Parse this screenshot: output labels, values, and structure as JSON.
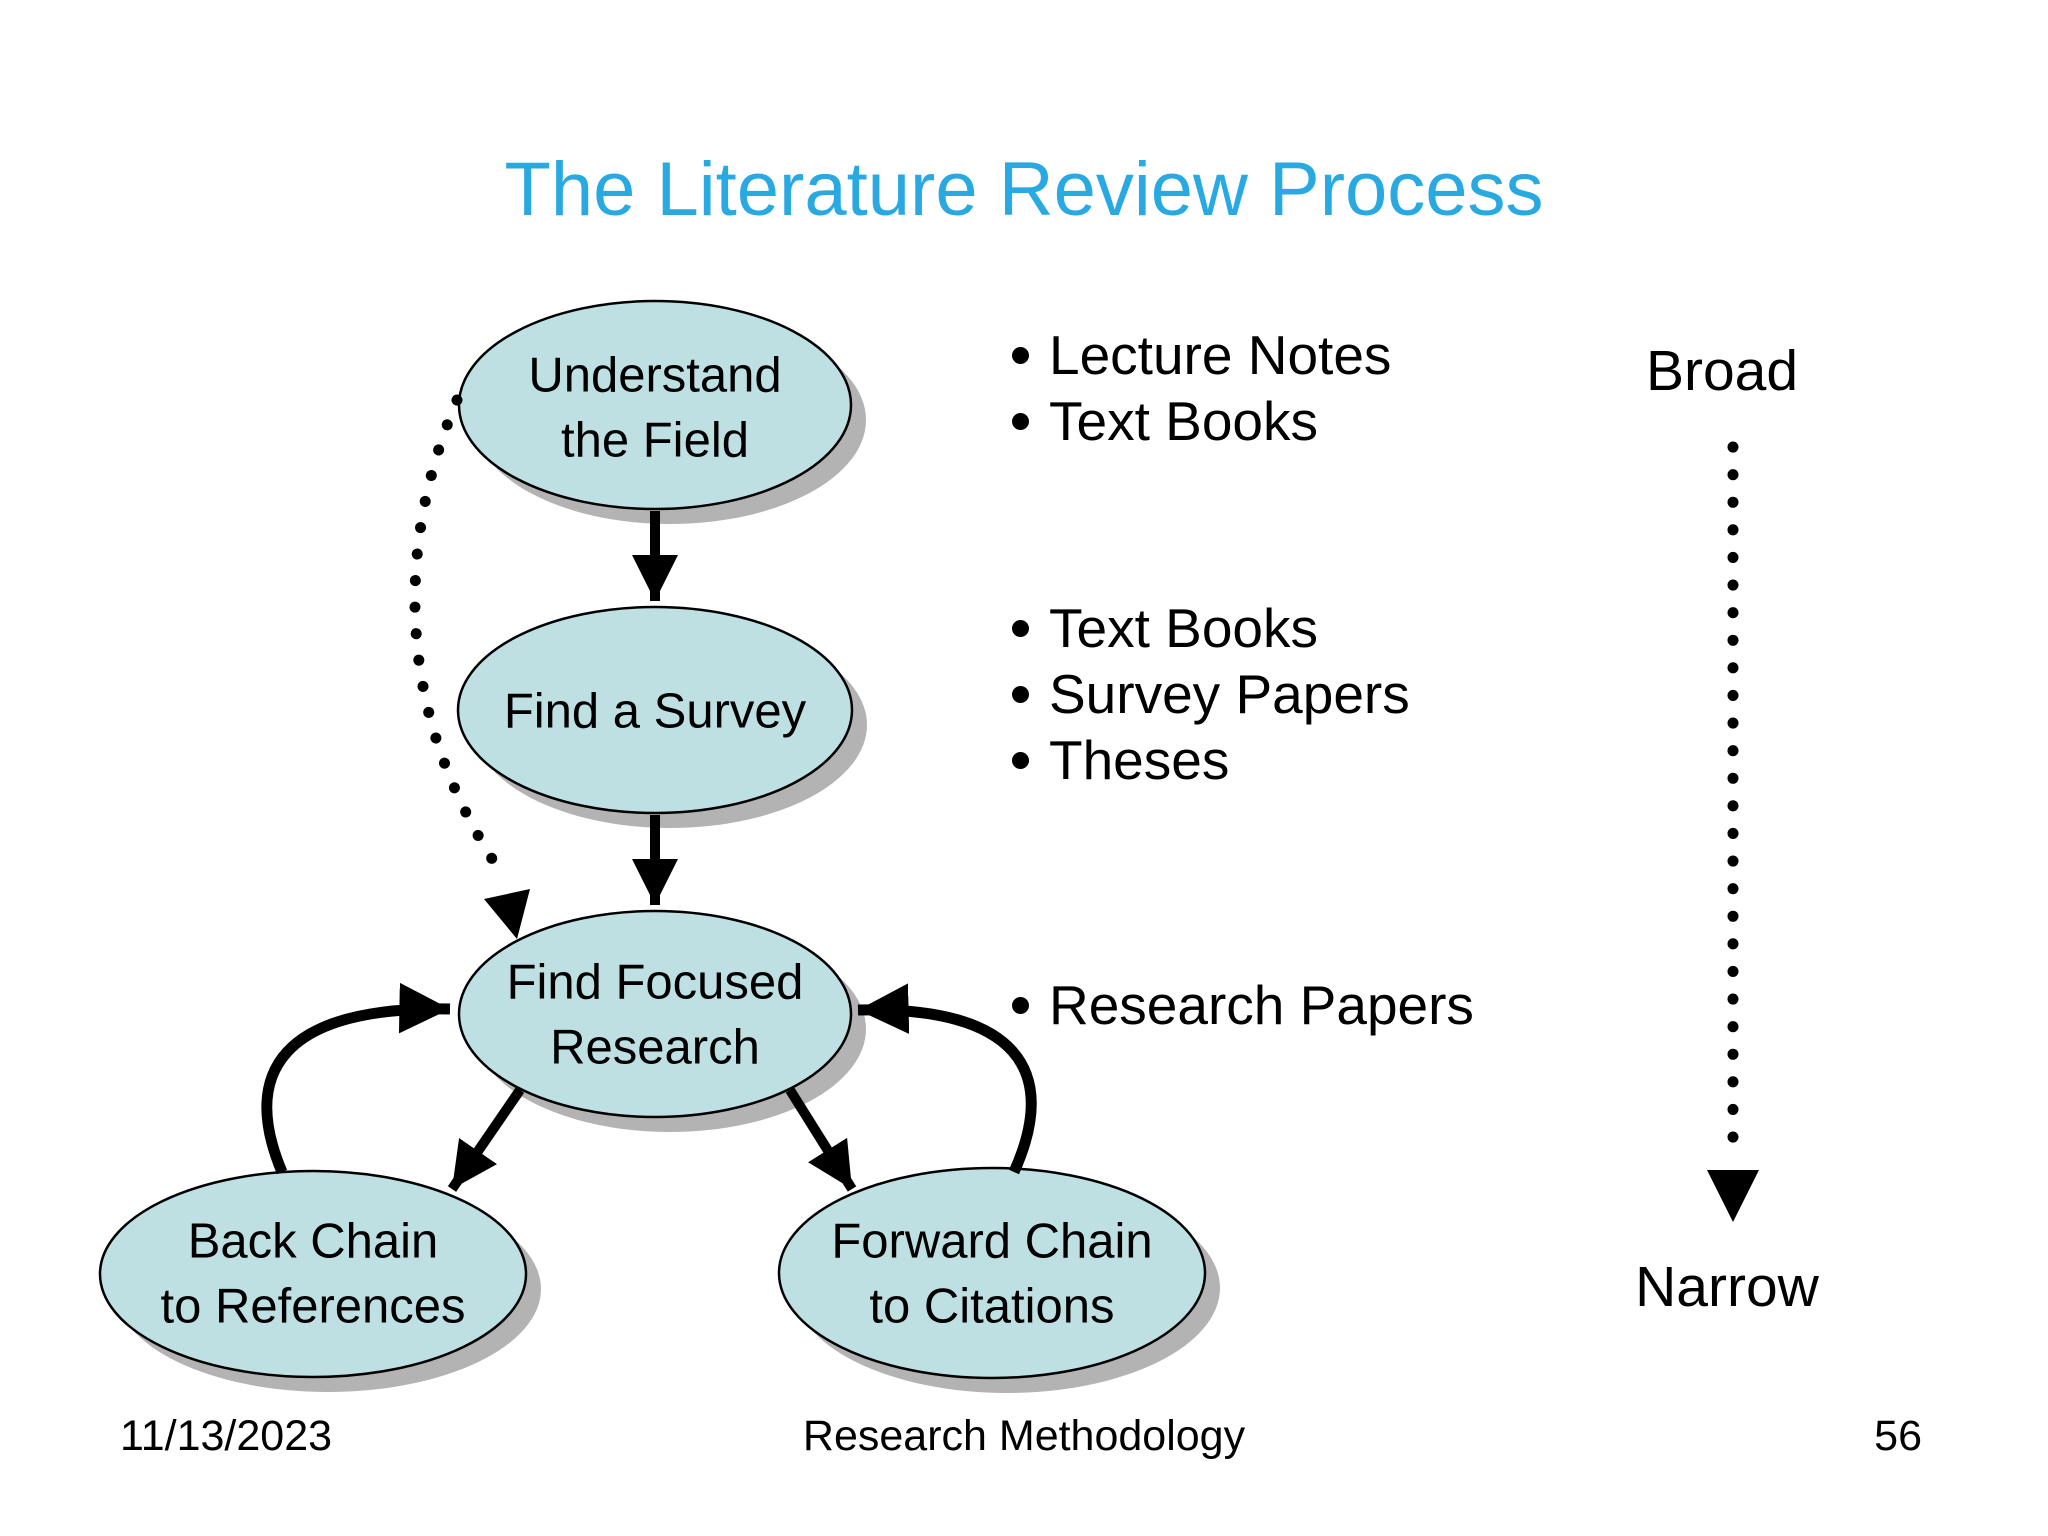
{
  "slide": {
    "title": "The Literature Review Process",
    "footer": {
      "date": "11/13/2023",
      "center": "Research Methodology",
      "page_number": "56"
    }
  },
  "diagram": {
    "nodes": {
      "understand": {
        "label": "Understand\nthe Field"
      },
      "survey": {
        "label": "Find a Survey"
      },
      "focused": {
        "label": "Find Focused\nResearch"
      },
      "back": {
        "label": "Back Chain\nto References"
      },
      "forward": {
        "label": "Forward Chain\nto Citations"
      }
    },
    "bullet_groups": [
      {
        "name": "understand-sources",
        "items": [
          "Lecture Notes",
          "Text Books"
        ]
      },
      {
        "name": "survey-sources",
        "items": [
          "Text Books",
          "Survey Papers",
          "Theses"
        ]
      },
      {
        "name": "focused-sources",
        "items": [
          "Research Papers"
        ]
      }
    ],
    "scope_scale": {
      "top_label": "Broad",
      "bottom_label": "Narrow"
    }
  },
  "colors": {
    "title_text": "#29A9E1",
    "node_fill": "#BEE0E2",
    "node_stroke": "#000000",
    "node_shadow": "#B3B3B3",
    "arrow": "#000000"
  }
}
